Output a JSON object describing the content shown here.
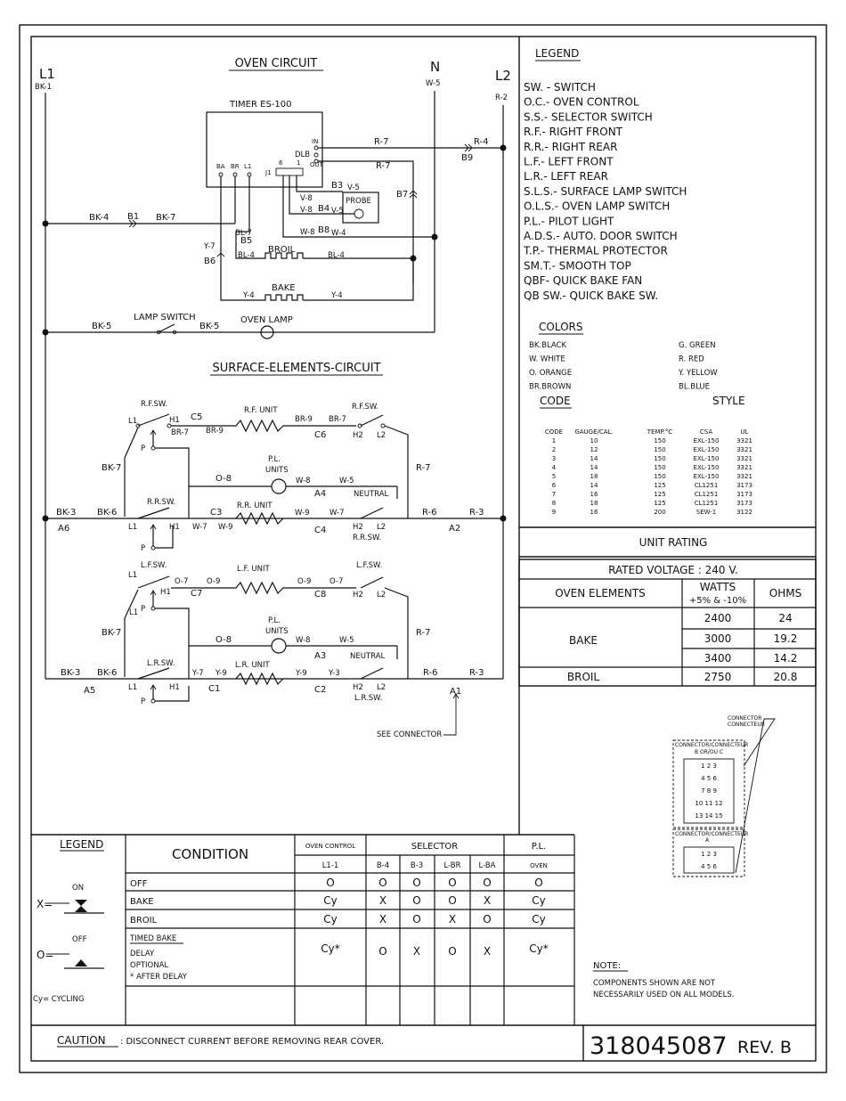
{
  "oven": {
    "title": "OVEN CIRCUIT",
    "l1": "L1",
    "bk1": "BK-1",
    "n": "N",
    "w5": "W-5",
    "l2": "L2",
    "r2": "R-2",
    "timer": "TIMER ES-100",
    "dlb": "DLB",
    "in": "IN",
    "out": "OUT",
    "ba": "BA",
    "br": "BR",
    "l1t": "L1",
    "j1": "J1",
    "p6": "6",
    "p1": "1",
    "r7a": "R-7",
    "r7b": "R-7",
    "r4": "R-4",
    "b9": "B9",
    "b7": "B7",
    "b3": "B3",
    "v5a": "V-5",
    "v8a": "V-8",
    "probe": "PROBE",
    "v8b": "V-8",
    "b4": "B4",
    "v5b": "V-5",
    "w8": "W-8",
    "b8": "B8",
    "w4": "W-4",
    "bk4": "BK-4",
    "b1": "B1",
    "bk7": "BK-7",
    "bl7": "BL-7",
    "b5": "B5",
    "y7": "Y-7",
    "b6": "B6",
    "broil": "BROIL",
    "bl4a": "BL-4",
    "bl4b": "BL-4",
    "bake": "BAKE",
    "y4a": "Y-4",
    "y4b": "Y-4",
    "bk5a": "BK-5",
    "lamp_switch": "LAMP SWITCH",
    "bk5b": "BK-5",
    "oven_lamp": "OVEN LAMP"
  },
  "surface": {
    "title": "SURFACE-ELEMENTS-CIRCUIT",
    "rf_sw": "R.F.SW.",
    "rf_sw2": "R.F.SW.",
    "l1a": "L1",
    "h1a": "H1",
    "c5": "C5",
    "rf_unit": "R.F. UNIT",
    "br9a": "BR-9",
    "br7a": "BR-7",
    "br7b": "BR-7",
    "br9b": "BR-9",
    "c6": "C6",
    "h2a": "H2",
    "l2a": "L2",
    "bk7a": "BK-7",
    "r7a": "R-7",
    "pa": "P",
    "o8a": "O-8",
    "pl_units_a": "P.L.",
    "units_a": "UNITS",
    "w8a": "W-8",
    "w5a": "W-5",
    "a4": "A4",
    "neutral_a": "NEUTRAL",
    "rr_sw": "R.R.SW.",
    "rr_sw2": "R.R.SW.",
    "bk3a": "BK-3",
    "bk6a": "BK-6",
    "a6": "A6",
    "l1b": "L1",
    "h1b": "H1",
    "c3": "C3",
    "rr_unit": "R.R. UNIT",
    "w7a": "W-7",
    "w9a": "W-9",
    "w9b": "W-9",
    "w7b": "W-7",
    "c4": "C4",
    "h2b": "H2",
    "l2b": "L2",
    "r6a": "R-6",
    "r3a": "R-3",
    "a2": "A2",
    "pb": "P",
    "lf_sw": "L.F.SW.",
    "lf_sw2": "L.F.SW.",
    "l1c": "L1",
    "h1c": "H1",
    "o7a": "O-7",
    "o9a": "O-9",
    "c7": "C7",
    "lf_unit": "L.F. UNIT",
    "o9b": "O-9",
    "o7b": "O-7",
    "c8": "C8",
    "h2c": "H2",
    "l2c": "L2",
    "l1c2": "L1",
    "pc": "P",
    "bk7b": "BK-7",
    "r7b": "R-7",
    "o8b": "O-8",
    "pl_units_b": "P.L.",
    "units_b": "UNITS",
    "w8b": "W-8",
    "w5b": "W-5",
    "a3": "A3",
    "neutral_b": "NEUTRAL",
    "lr_sw": "L.R.SW.",
    "lr_sw2": "L.R.SW.",
    "bk3b": "BK-3",
    "bk6b": "BK-6",
    "a5": "A5",
    "l1d": "L1",
    "h1d": "H1",
    "y7": "Y-7",
    "y9a": "Y-9",
    "c1": "C1",
    "lr_unit": "L.R. UNIT",
    "y9b": "Y-9",
    "y3": "Y-3",
    "c2": "C2",
    "h2d": "H2",
    "l2d": "L2",
    "r6b": "R-6",
    "r3b": "R-3",
    "a1": "A1",
    "pd": "P",
    "see_connector": "SEE CONNECTOR"
  },
  "legend": {
    "title": "LEGEND",
    "items": [
      "SW. - SWITCH",
      "O.C.- OVEN CONTROL",
      "S.S.- SELECTOR SWITCH",
      "R.F.- RIGHT FRONT",
      "R.R.- RIGHT REAR",
      "L.F.- LEFT FRONT",
      "L.R.- LEFT REAR",
      "S.L.S.- SURFACE LAMP SWITCH",
      "O.L.S.- OVEN LAMP SWITCH",
      "P.L.- PILOT LIGHT",
      "A.D.S.- AUTO. DOOR SWITCH",
      "T.P.- THERMAL PROTECTOR",
      "SM.T.- SMOOTH TOP",
      "QBF- QUICK BAKE FAN",
      "QB SW.- QUICK BAKE SW."
    ]
  },
  "colors": {
    "title": "COLORS",
    "left": [
      "BK.BLACK",
      "W. WHITE",
      "O. ORANGE",
      "BR.BROWN"
    ],
    "right": [
      "G. GREEN",
      "R. RED",
      "Y. YELLOW",
      "BL.BLUE"
    ]
  },
  "codes": {
    "code_title": "CODE",
    "style_title": "STYLE",
    "headers": [
      "CODE",
      "GAUGE/CAL.",
      "TEMP.°C",
      "CSA",
      "UL"
    ],
    "rows": [
      [
        "1",
        "10",
        "150",
        "EXL-150",
        "3321"
      ],
      [
        "2",
        "12",
        "150",
        "EXL-150",
        "3321"
      ],
      [
        "3",
        "14",
        "150",
        "EXL-150",
        "3321"
      ],
      [
        "4",
        "14",
        "150",
        "EXL-150",
        "3321"
      ],
      [
        "5",
        "18",
        "150",
        "EXL-150",
        "3321"
      ],
      [
        "6",
        "14",
        "125",
        "CL1251",
        "3173"
      ],
      [
        "7",
        "16",
        "125",
        "CL1251",
        "3173"
      ],
      [
        "8",
        "18",
        "125",
        "CL1251",
        "3173"
      ],
      [
        "9",
        "16",
        "200",
        "SEW-1",
        "3122"
      ]
    ]
  },
  "rating": {
    "title": "UNIT RATING",
    "voltage": "RATED VOLTAGE : 240 V.",
    "col_elements": "OVEN ELEMENTS",
    "col_watts": "WATTS",
    "col_watts2": "+5% & -10%",
    "col_ohms": "OHMS",
    "bake": "BAKE",
    "bake_rows": [
      [
        "2400",
        "24"
      ],
      [
        "3000",
        "19.2"
      ],
      [
        "3400",
        "14.2"
      ]
    ],
    "broil": "BROIL",
    "broil_row": [
      "2750",
      "20.8"
    ]
  },
  "connector": {
    "label1": "CONNECTOR",
    "label2": "CONNECTEUR",
    "box1_title": "CONNECTOR/CONNECTEUR",
    "box1_sub": "B OR/OU C",
    "box1_rows": [
      "1  2  3",
      "4  5  6",
      "7  8  9",
      "10 11 12",
      "13 14 15"
    ],
    "box2_title": "CONNECTOR/CONNECTEUR",
    "box2_sub": "A",
    "box2_rows": [
      "1  2  3",
      "4  5  6"
    ]
  },
  "bottom_legend": {
    "title": "LEGEND",
    "on": "ON",
    "x": "X=",
    "off": "OFF",
    "o": "O=",
    "cy": "Cy= CYCLING"
  },
  "condition": {
    "title": "CONDITION",
    "oven_control": "OVEN CONTROL",
    "selector": "SELECTOR",
    "pl": "P.L.",
    "sub": [
      "L1-1",
      "B-4",
      "B-3",
      "L-BR",
      "L-BA",
      "OVEN"
    ],
    "rows": [
      {
        "label": "OFF",
        "vals": [
          "O",
          "O",
          "O",
          "O",
          "O",
          "O"
        ]
      },
      {
        "label": "BAKE",
        "vals": [
          "Cy",
          "X",
          "O",
          "O",
          "X",
          "Cy"
        ]
      },
      {
        "label": "BROIL",
        "vals": [
          "Cy",
          "X",
          "O",
          "X",
          "O",
          "Cy"
        ]
      }
    ],
    "timed_label": "TIMED BAKE",
    "timed_lines": [
      "DELAY",
      "OPTIONAL",
      "* AFTER DELAY"
    ],
    "timed_vals": [
      "Cy*",
      "O",
      "X",
      "O",
      "X",
      "Cy*"
    ]
  },
  "note": {
    "title": "NOTE:",
    "line1": "COMPONENTS SHOWN ARE NOT",
    "line2": "NECESSARILY USED ON ALL MODELS."
  },
  "caution": {
    "word": "CAUTION",
    "text": ": DISCONNECT CURRENT BEFORE REMOVING REAR COVER."
  },
  "part_number": "318045087",
  "revision": "REV. B"
}
